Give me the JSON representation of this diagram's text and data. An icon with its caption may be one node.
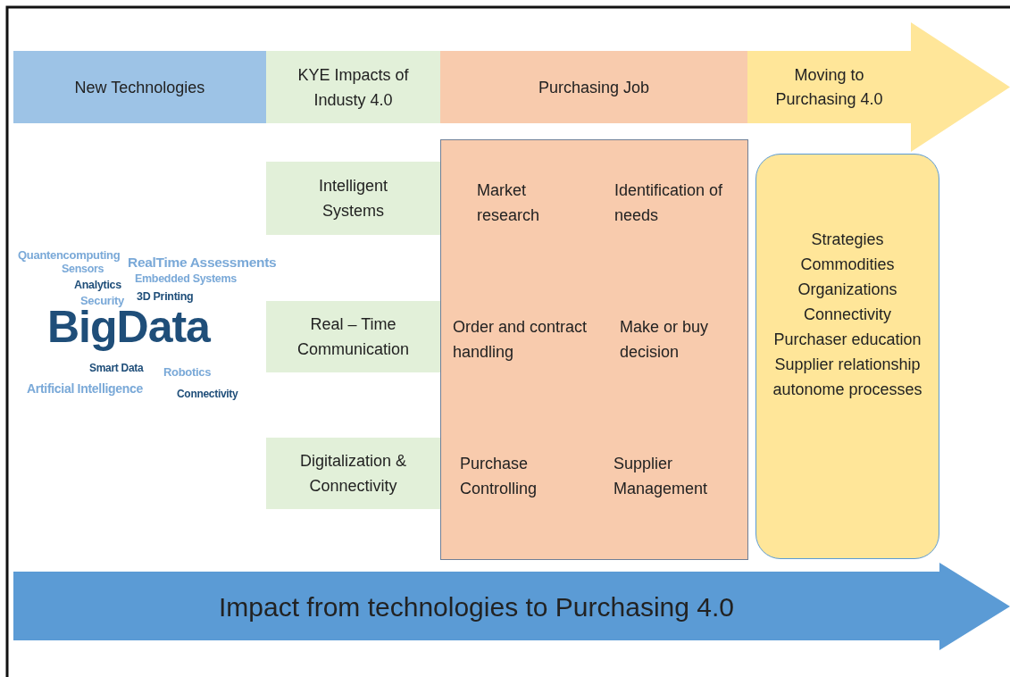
{
  "diagram": {
    "nodes": [
      {
        "text": [
          "New Technologies"
        ]
      },
      {
        "text": [
          "KYE Impacts of Industy 4.0"
        ]
      },
      {
        "text": [
          "Purchasing Job"
        ]
      },
      {
        "text": [
          "Moving to Purchasing 4.0"
        ]
      },
      {
        "text": [
          "Intelligent Systems"
        ]
      },
      {
        "text": [
          "Real – Time Communication"
        ]
      },
      {
        "text": [
          "Digitalization & Connectivity"
        ]
      },
      {
        "text": [
          "Market research",
          "Identification of needs",
          "Order and contract handling",
          "Make or buy decision",
          "Purchase Controlling",
          "Supplier Management"
        ]
      },
      {
        "text": [
          "Strategies",
          "Commodities",
          "Organizations",
          "Connectivity",
          "Purchaser education",
          "Supplier relationship",
          "autonome processes"
        ]
      },
      {
        "text": [
          "Impact from technologies to Purchasing 4.0"
        ]
      }
    ],
    "labels": [
      "Quantencomputing",
      "Sensors",
      "RealTime Assessments",
      "Embedded Systems",
      "Analytics",
      "Security",
      "3D Printing",
      "BigData",
      "Smart Data",
      "Robotics",
      "Artificial Intelligence",
      "Connectivity"
    ]
  }
}
